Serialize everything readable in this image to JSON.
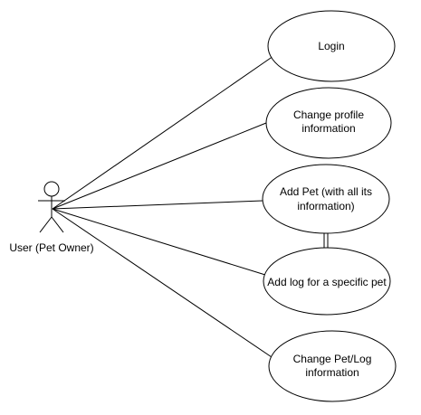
{
  "actor": {
    "label": "User (Pet Owner)",
    "icon": "stick-figure-icon"
  },
  "use_cases": [
    {
      "id": "login",
      "lines": [
        "Login"
      ]
    },
    {
      "id": "change-profile",
      "lines": [
        "Change profile",
        "information"
      ]
    },
    {
      "id": "add-pet",
      "lines": [
        "Add Pet (with all its",
        "information)"
      ]
    },
    {
      "id": "add-log",
      "lines": [
        "Add log for a specific pet"
      ]
    },
    {
      "id": "change-pet-log",
      "lines": [
        "Change Pet/Log",
        "information"
      ]
    }
  ],
  "relations": [
    {
      "from": "add-pet",
      "to": "add-log",
      "style": "double-line"
    }
  ],
  "colors": {
    "stroke": "#000000",
    "fill": "#ffffff",
    "background": "#ffffff"
  }
}
